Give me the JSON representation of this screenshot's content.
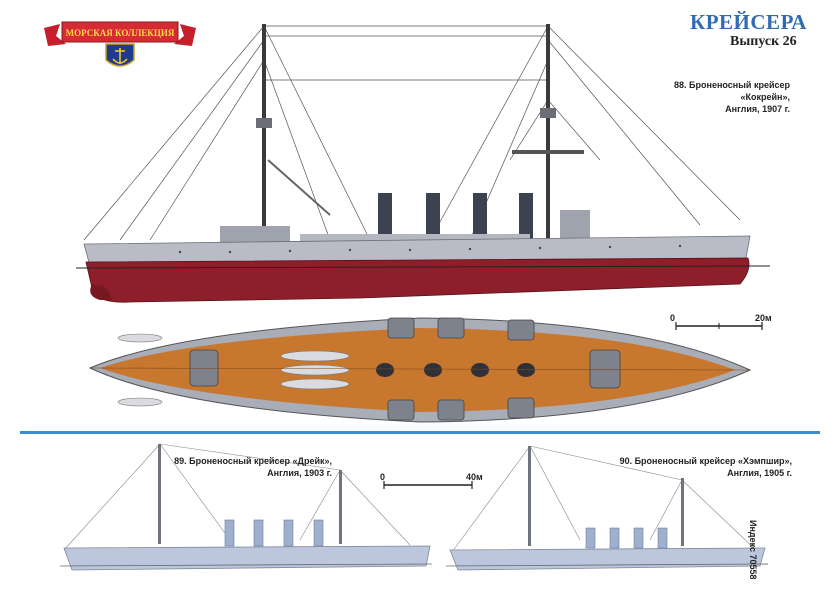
{
  "logo": {
    "banner_text": "МОРСКАЯ КОЛЛЕКЦИЯ",
    "emblem": "anchor-icon"
  },
  "header": {
    "title": "КРЕЙСЕРА",
    "issue": "Выпуск 26"
  },
  "ships": [
    {
      "caption_lines": [
        "88. Броненосный крейсер",
        "«Кокрейн»,",
        "Англия, 1907 г."
      ]
    },
    {
      "caption_lines": [
        "89. Броненосный крейсер «Дрейк»,",
        "Англия, 1903 г."
      ]
    },
    {
      "caption_lines": [
        "90. Броненосный крейсер «Хэмпшир»,",
        "Англия, 1905 г."
      ]
    }
  ],
  "scales": [
    {
      "start": "0",
      "end": "20м"
    },
    {
      "start": "0",
      "end": "40м"
    }
  ],
  "index_text": "Индекс 70558",
  "colors": {
    "title": "#2f6cb3",
    "divider": "#3a8fd6",
    "hull_red": "#8e1f2a",
    "deck": "#c8772e",
    "ship_gray": "#a9adb8"
  }
}
